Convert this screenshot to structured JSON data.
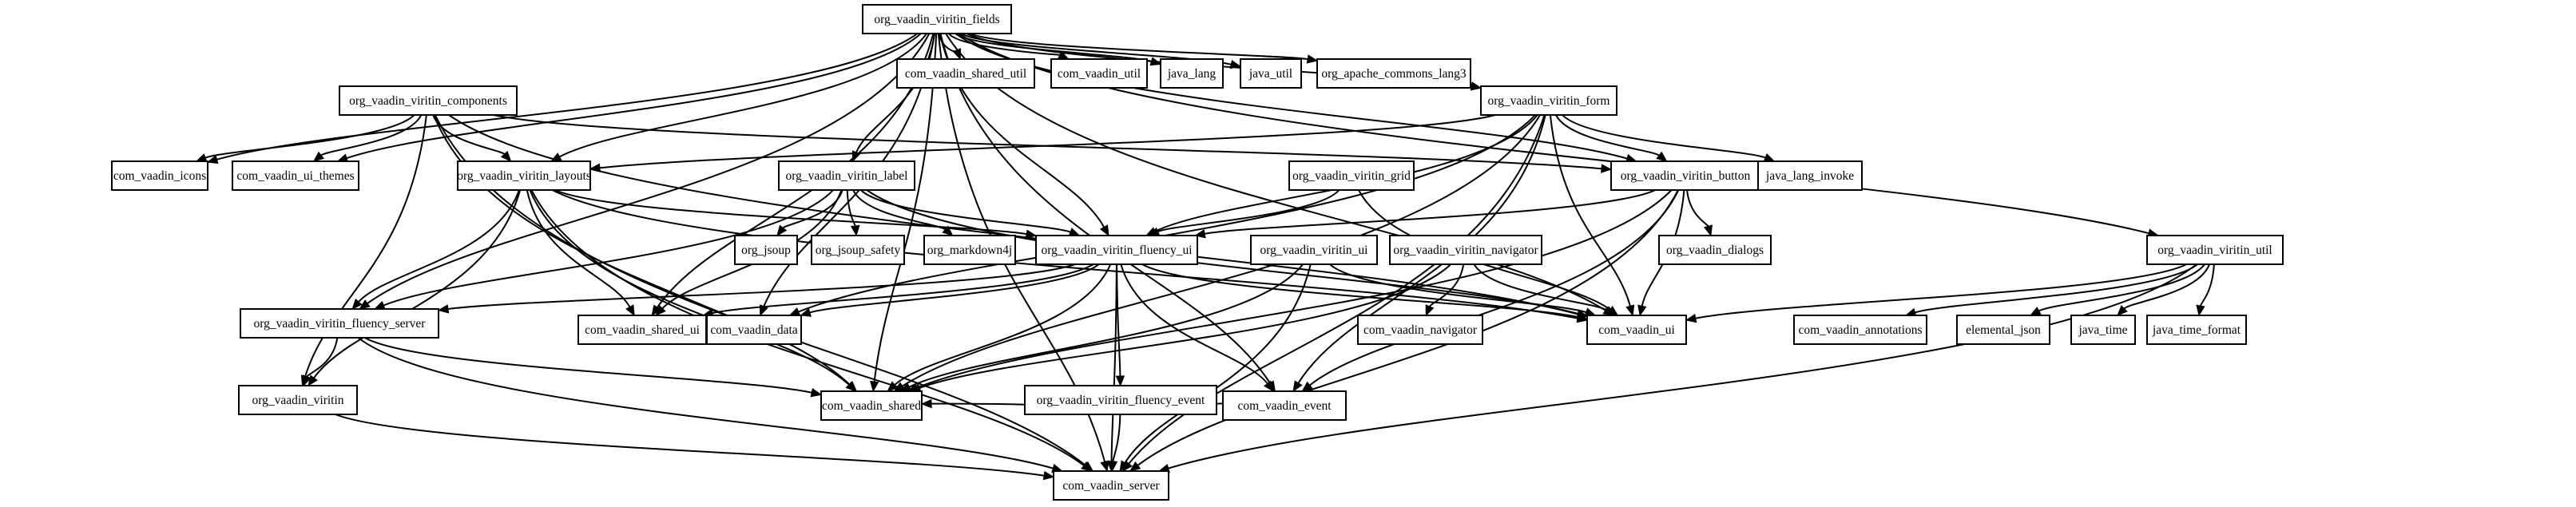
{
  "diagram": {
    "type": "dependency-graph",
    "nodes": [
      {
        "id": "fields",
        "label": "org_vaadin_viritin_fields"
      },
      {
        "id": "components",
        "label": "org_vaadin_viritin_components"
      },
      {
        "id": "shared_util",
        "label": "com_vaadin_shared_util"
      },
      {
        "id": "util",
        "label": "com_vaadin_util"
      },
      {
        "id": "java_lang",
        "label": "java_lang"
      },
      {
        "id": "java_util",
        "label": "java_util"
      },
      {
        "id": "commons_lang3",
        "label": "org_apache_commons_lang3"
      },
      {
        "id": "form",
        "label": "org_vaadin_viritin_form"
      },
      {
        "id": "icons",
        "label": "com_vaadin_icons"
      },
      {
        "id": "ui_themes",
        "label": "com_vaadin_ui_themes"
      },
      {
        "id": "layouts",
        "label": "org_vaadin_viritin_layouts"
      },
      {
        "id": "label",
        "label": "org_vaadin_viritin_label"
      },
      {
        "id": "grid",
        "label": "org_vaadin_viritin_grid"
      },
      {
        "id": "button",
        "label": "org_vaadin_viritin_button"
      },
      {
        "id": "invoke",
        "label": "java_lang_invoke"
      },
      {
        "id": "jsoup",
        "label": "org_jsoup"
      },
      {
        "id": "jsoup_safety",
        "label": "org_jsoup_safety"
      },
      {
        "id": "markdown4j",
        "label": "org_markdown4j"
      },
      {
        "id": "fluency_ui",
        "label": "org_vaadin_viritin_fluency_ui"
      },
      {
        "id": "viritin_ui",
        "label": "org_vaadin_viritin_ui"
      },
      {
        "id": "navigator",
        "label": "org_vaadin_viritin_navigator"
      },
      {
        "id": "dialogs",
        "label": "org_vaadin_dialogs"
      },
      {
        "id": "viritin_util",
        "label": "org_vaadin_viritin_util"
      },
      {
        "id": "fluency_server",
        "label": "org_vaadin_viritin_fluency_server"
      },
      {
        "id": "shared_ui",
        "label": "com_vaadin_shared_ui"
      },
      {
        "id": "data",
        "label": "com_vaadin_data"
      },
      {
        "id": "vui",
        "label": "com_vaadin_ui"
      },
      {
        "id": "vnav",
        "label": "com_vaadin_navigator"
      },
      {
        "id": "annotations",
        "label": "com_vaadin_annotations"
      },
      {
        "id": "elemental_json",
        "label": "elemental_json"
      },
      {
        "id": "java_time",
        "label": "java_time"
      },
      {
        "id": "java_time_format",
        "label": "java_time_format"
      },
      {
        "id": "viritin",
        "label": "org_vaadin_viritin"
      },
      {
        "id": "fluency_event",
        "label": "org_vaadin_viritin_fluency_event"
      },
      {
        "id": "shared",
        "label": "com_vaadin_shared"
      },
      {
        "id": "event",
        "label": "com_vaadin_event"
      },
      {
        "id": "server",
        "label": "com_vaadin_server"
      }
    ],
    "edges": [
      {
        "from": "fields",
        "to": "shared_util"
      },
      {
        "from": "fields",
        "to": "util"
      },
      {
        "from": "fields",
        "to": "java_lang"
      },
      {
        "from": "fields",
        "to": "java_util"
      },
      {
        "from": "fields",
        "to": "commons_lang3"
      },
      {
        "from": "fields",
        "to": "form"
      },
      {
        "from": "fields",
        "to": "icons"
      },
      {
        "from": "fields",
        "to": "ui_themes"
      },
      {
        "from": "fields",
        "to": "layouts"
      },
      {
        "from": "fields",
        "to": "label"
      },
      {
        "from": "fields",
        "to": "button"
      },
      {
        "from": "fields",
        "to": "fluency_ui"
      },
      {
        "from": "fields",
        "to": "viritin_util"
      },
      {
        "from": "fields",
        "to": "fluency_server"
      },
      {
        "from": "fields",
        "to": "shared_ui"
      },
      {
        "from": "fields",
        "to": "data"
      },
      {
        "from": "fields",
        "to": "vui"
      },
      {
        "from": "fields",
        "to": "shared"
      },
      {
        "from": "fields",
        "to": "event"
      },
      {
        "from": "fields",
        "to": "server"
      },
      {
        "from": "components",
        "to": "icons"
      },
      {
        "from": "components",
        "to": "ui_themes"
      },
      {
        "from": "components",
        "to": "layouts"
      },
      {
        "from": "components",
        "to": "button"
      },
      {
        "from": "components",
        "to": "vui"
      },
      {
        "from": "components",
        "to": "shared"
      },
      {
        "from": "components",
        "to": "server"
      },
      {
        "from": "components",
        "to": "viritin"
      },
      {
        "from": "form",
        "to": "layouts"
      },
      {
        "from": "form",
        "to": "button"
      },
      {
        "from": "form",
        "to": "invoke"
      },
      {
        "from": "form",
        "to": "fluency_ui"
      },
      {
        "from": "form",
        "to": "data"
      },
      {
        "from": "form",
        "to": "vui"
      },
      {
        "from": "form",
        "to": "shared"
      },
      {
        "from": "form",
        "to": "server"
      },
      {
        "from": "form",
        "to": "event"
      },
      {
        "from": "layouts",
        "to": "fluency_ui"
      },
      {
        "from": "layouts",
        "to": "fluency_server"
      },
      {
        "from": "layouts",
        "to": "viritin"
      },
      {
        "from": "layouts",
        "to": "shared_ui"
      },
      {
        "from": "layouts",
        "to": "shared"
      },
      {
        "from": "layouts",
        "to": "server"
      },
      {
        "from": "layouts",
        "to": "vui"
      },
      {
        "from": "label",
        "to": "jsoup"
      },
      {
        "from": "label",
        "to": "jsoup_safety"
      },
      {
        "from": "label",
        "to": "markdown4j"
      },
      {
        "from": "label",
        "to": "fluency_ui"
      },
      {
        "from": "label",
        "to": "fluency_server"
      },
      {
        "from": "label",
        "to": "shared_ui"
      },
      {
        "from": "label",
        "to": "vui"
      },
      {
        "from": "grid",
        "to": "fluency_ui"
      },
      {
        "from": "grid",
        "to": "vui"
      },
      {
        "from": "button",
        "to": "fluency_ui"
      },
      {
        "from": "button",
        "to": "dialogs"
      },
      {
        "from": "button",
        "to": "vui"
      },
      {
        "from": "button",
        "to": "shared"
      },
      {
        "from": "button",
        "to": "event"
      },
      {
        "from": "button",
        "to": "server"
      },
      {
        "from": "fluency_ui",
        "to": "fluency_server"
      },
      {
        "from": "fluency_ui",
        "to": "fluency_event"
      },
      {
        "from": "fluency_ui",
        "to": "shared_ui"
      },
      {
        "from": "fluency_ui",
        "to": "data"
      },
      {
        "from": "fluency_ui",
        "to": "vui"
      },
      {
        "from": "fluency_ui",
        "to": "shared"
      },
      {
        "from": "fluency_ui",
        "to": "event"
      },
      {
        "from": "fluency_ui",
        "to": "server"
      },
      {
        "from": "viritin_ui",
        "to": "vui"
      },
      {
        "from": "viritin_ui",
        "to": "shared"
      },
      {
        "from": "viritin_ui",
        "to": "server"
      },
      {
        "from": "navigator",
        "to": "vnav"
      },
      {
        "from": "navigator",
        "to": "vui"
      },
      {
        "from": "navigator",
        "to": "shared"
      },
      {
        "from": "viritin_util",
        "to": "annotations"
      },
      {
        "from": "viritin_util",
        "to": "elemental_json"
      },
      {
        "from": "viritin_util",
        "to": "java_time"
      },
      {
        "from": "viritin_util",
        "to": "java_time_format"
      },
      {
        "from": "viritin_util",
        "to": "vui"
      },
      {
        "from": "viritin_util",
        "to": "server"
      },
      {
        "from": "fluency_server",
        "to": "viritin"
      },
      {
        "from": "fluency_server",
        "to": "shared"
      },
      {
        "from": "fluency_server",
        "to": "server"
      },
      {
        "from": "fluency_event",
        "to": "shared"
      },
      {
        "from": "fluency_event",
        "to": "event"
      },
      {
        "from": "fluency_event",
        "to": "server"
      },
      {
        "from": "viritin",
        "to": "server"
      }
    ]
  }
}
